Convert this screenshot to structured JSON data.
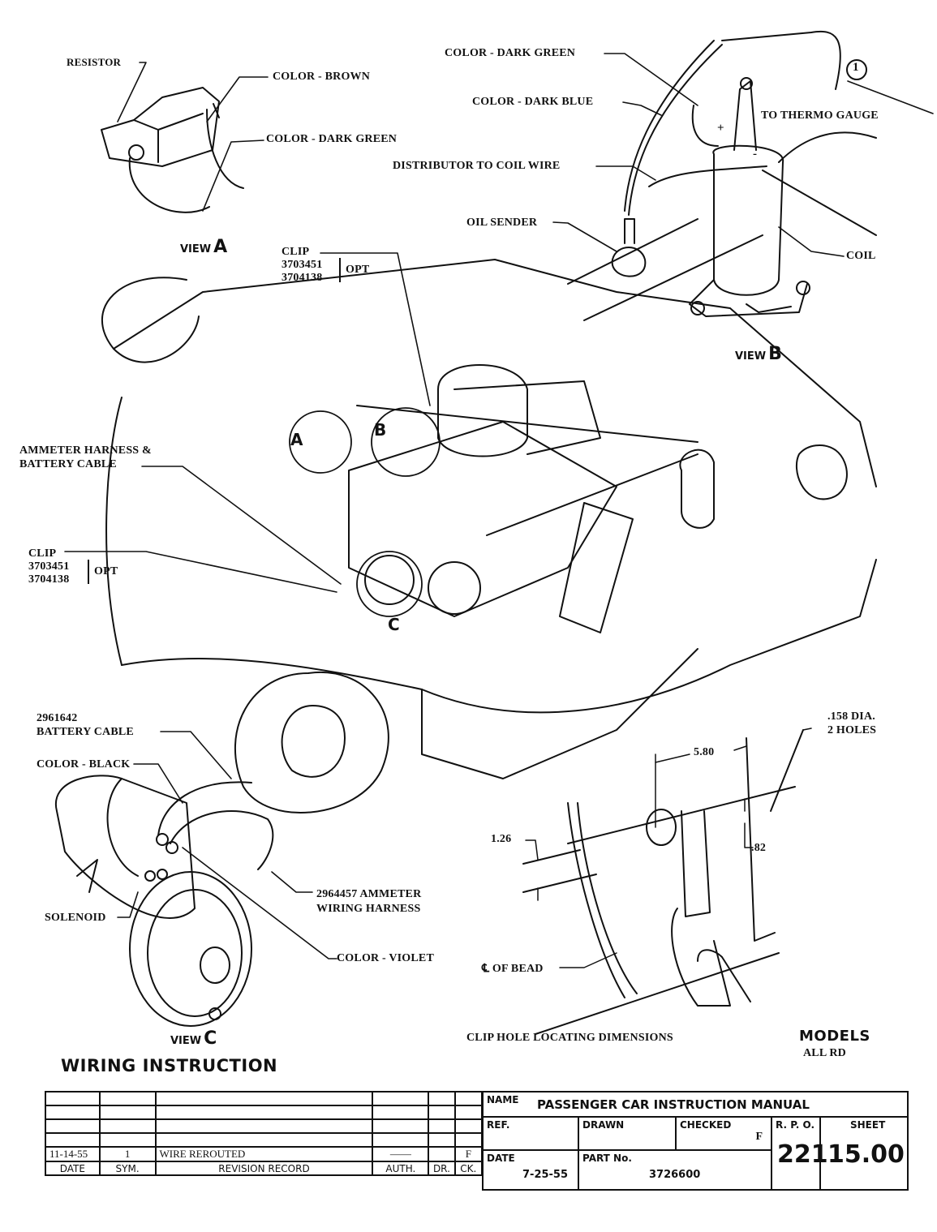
{
  "document": {
    "title": "WIRING INSTRUCTION",
    "models_label": "MODELS",
    "models_value": "ALL RD"
  },
  "view_a": {
    "view_word": "VIEW",
    "view_letter": "A",
    "labels": {
      "resistor": "RESISTOR",
      "brown": "COLOR - BROWN",
      "dark_green": "COLOR - DARK GREEN"
    }
  },
  "view_b": {
    "view_word": "VIEW",
    "view_letter": "B",
    "labels": {
      "dark_green": "COLOR - DARK GREEN",
      "dark_blue": "COLOR - DARK BLUE",
      "thermo": "TO THERMO GAUGE",
      "dist_coil": "DISTRIBUTOR TO COIL WIRE",
      "oil_sender": "OIL SENDER",
      "coil": "COIL",
      "circle_ref": "1",
      "plus": "+",
      "minus": "-"
    }
  },
  "main_view": {
    "callouts": [
      "A",
      "B",
      "C"
    ],
    "clip_top": {
      "label": "CLIP",
      "part1": "3703451",
      "part2": "3704138",
      "opt": "OPT"
    },
    "ammeter": {
      "line1": "AMMETER HARNESS &",
      "line2": "BATTERY CABLE"
    },
    "clip_bottom": {
      "label": "CLIP",
      "part1": "3703451",
      "part2": "3704138",
      "opt": "OPT"
    }
  },
  "view_c": {
    "view_word": "VIEW",
    "view_letter": "C",
    "labels": {
      "battery_cable_part": "2961642",
      "battery_cable": "BATTERY CABLE",
      "black": "COLOR - BLACK",
      "solenoid": "SOLENOID",
      "ammeter_line1": "2964457 AMMETER",
      "ammeter_line2": "WIRING HARNESS",
      "violet": "COLOR - VIOLET"
    }
  },
  "clip_hole": {
    "caption": "CLIP HOLE LOCATING DIMENSIONS",
    "dia_line1": ".158 DIA.",
    "dia_line2": "2 HOLES",
    "dim_580": "5.80",
    "dim_126": "1.26",
    "dim_82": ".82",
    "bead": "℄ OF BEAD"
  },
  "revision_table": {
    "headers": [
      "DATE",
      "SYM.",
      "REVISION RECORD",
      "AUTH.",
      "DR.",
      "CK."
    ],
    "rows": [
      [
        "",
        "",
        "",
        "",
        "",
        ""
      ],
      [
        "",
        "",
        "",
        "",
        "",
        ""
      ],
      [
        "",
        "",
        "",
        "",
        "",
        ""
      ],
      [
        "",
        "",
        "",
        "",
        "",
        ""
      ],
      [
        "11-14-55",
        "1",
        "WIRE REROUTED",
        "——",
        "",
        "F"
      ]
    ]
  },
  "title_block": {
    "name_caption": "NAME",
    "name_value": "PASSENGER CAR INSTRUCTION MANUAL",
    "ref_caption": "REF.",
    "drawn_caption": "DRAWN",
    "checked_caption": "CHECKED",
    "checked_value": "F",
    "rpo_caption": "R. P. O.",
    "rpo_value": "221",
    "sheet_caption": "SHEET",
    "sheet_value": "15.00",
    "date_caption": "DATE",
    "date_value": "7-25-55",
    "part_caption": "PART No.",
    "part_value": "3726600"
  }
}
